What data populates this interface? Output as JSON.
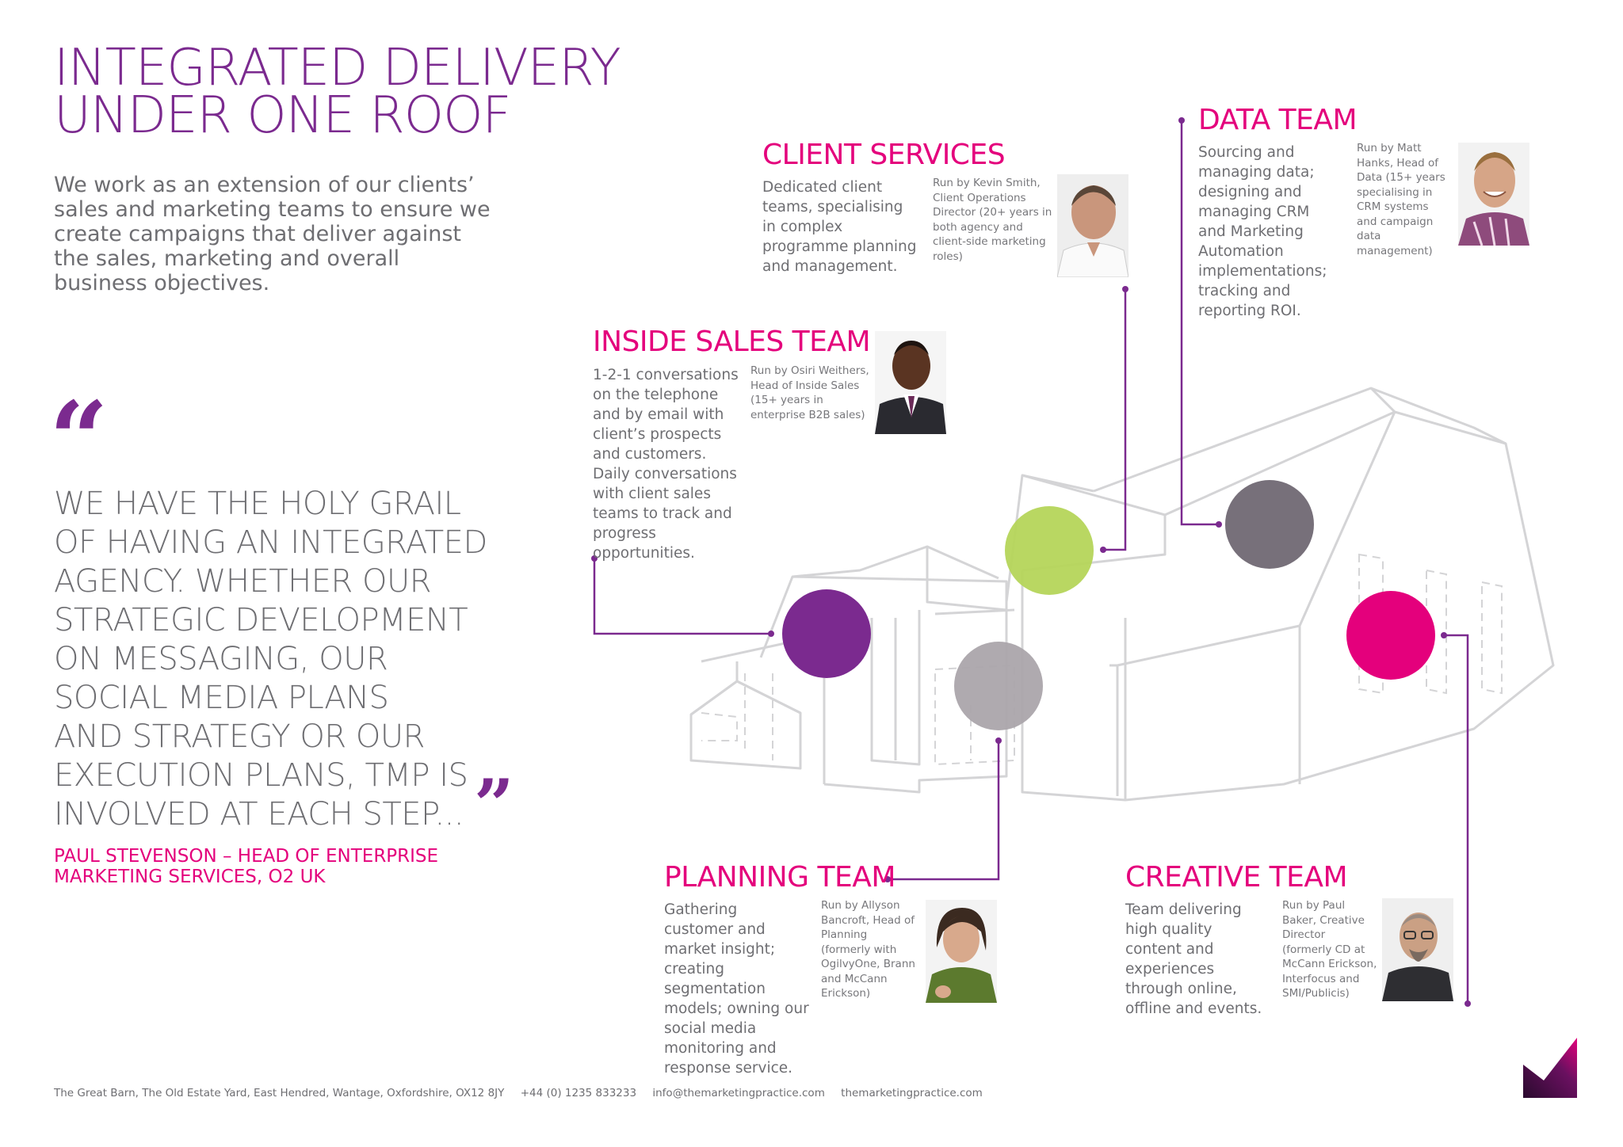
{
  "header": {
    "title_lines": [
      "INTEGRATED DELIVERY",
      "UNDER ONE ROOF"
    ],
    "intro": "We work as an extension of our clients’ sales and marketing teams to ensure we create campaigns that deliver against the sales, marketing and overall business objectives."
  },
  "quote": {
    "open_mark": "“",
    "close_mark": "”",
    "lines": [
      "WE HAVE THE HOLY GRAIL",
      "OF HAVING AN INTEGRATED",
      "AGENCY. WHETHER OUR",
      "STRATEGIC DEVELOPMENT",
      "ON MESSAGING, OUR",
      "SOCIAL MEDIA PLANS",
      "AND STRATEGY OR OUR",
      "EXECUTION PLANS, TMP IS",
      "INVOLVED AT EACH STEP..."
    ],
    "attribution_lines": [
      "PAUL STEVENSON – HEAD OF ENTERPRISE",
      "MARKETING SERVICES, O2 UK"
    ]
  },
  "teams": {
    "client_services": {
      "title": "CLIENT SERVICES",
      "description": "Dedicated client teams, specialising in complex programme planning and management.",
      "run_by": "Run by Kevin Smith, Client Operations Director (20+ years in both agency and client-side marketing roles)"
    },
    "data": {
      "title": "DATA TEAM",
      "description": "Sourcing and managing data; designing and managing CRM and Marketing Automation implementations; tracking and reporting ROI.",
      "run_by": "Run by Matt Hanks, Head of Data (15+ years specialising in CRM systems and campaign data management)"
    },
    "inside_sales": {
      "title": "INSIDE SALES TEAM",
      "description": "1-2-1 conversations on the telephone and by email with client’s prospects and customers. Daily conversations with client sales teams to track and progress opportunities.",
      "run_by": "Run by Osiri Weithers, Head of Inside Sales (15+ years in enterprise B2B sales)"
    },
    "planning": {
      "title": "PLANNING TEAM",
      "description": "Gathering customer and market insight; creating segmentation models; owning our social media monitoring and response service.",
      "run_by": "Run by Allyson Bancroft, Head of Planning (formerly with OgilvyOne, Brann and McCann Erickson)"
    },
    "creative": {
      "title": "CREATIVE TEAM",
      "description": "Team delivering high quality content and experiences through online, offline and events.",
      "run_by": "Run by Paul Baker, Creative Director (formerly CD at McCann Erickson, Interfocus and SMI/Publicis)"
    }
  },
  "colors": {
    "purple": "#7b2a8f",
    "magenta": "#e4007c",
    "lime": "#b5d55a",
    "dark_gray": "#77707a",
    "light_gray": "#aba5ab",
    "house_line": "#d4d4d6"
  },
  "footer": {
    "address": "The Great Barn, The Old Estate Yard, East Hendred, Wantage, Oxfordshire, OX12 8JY",
    "phone": "+44 (0) 1235 833233",
    "email": "info@themarketingpractice.com",
    "website": "themarketingpractice.com"
  }
}
